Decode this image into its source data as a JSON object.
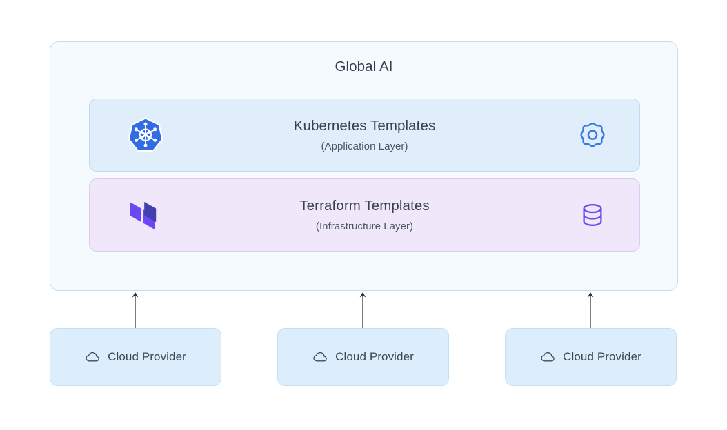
{
  "diagram": {
    "platform": {
      "title": "Global AI",
      "bg_color": "#f4fafd",
      "border_color": "#c5ddf0"
    },
    "layers": [
      {
        "id": "kubernetes",
        "title": "Kubernetes Templates",
        "subtitle": "(Application Layer)",
        "left_icon": "kubernetes-logo-icon",
        "right_icon": "gear-icon",
        "bg_color": "#e0eefc",
        "border_color": "#bcd8f2",
        "accent_color": "#326ce5",
        "icon_color": "#3b77e3"
      },
      {
        "id": "terraform",
        "title": "Terraform Templates",
        "subtitle": "(Infrastructure Layer)",
        "left_icon": "terraform-logo-icon",
        "right_icon": "database-icon",
        "bg_color": "#f0e8fa",
        "border_color": "#ddc9f2",
        "accent_color": "#7b42f6",
        "icon_color": "#6d4aee"
      }
    ],
    "connectors": [
      {
        "id": "connector-1",
        "direction": "up",
        "color": "#6b7079"
      },
      {
        "id": "connector-2",
        "direction": "up",
        "color": "#6b7079"
      },
      {
        "id": "connector-3",
        "direction": "up",
        "color": "#6b7079"
      }
    ],
    "cloud_providers": [
      {
        "id": "cloud-provider-1",
        "label": "Cloud Provider",
        "icon": "cloud-icon"
      },
      {
        "id": "cloud-provider-2",
        "label": "Cloud Provider",
        "icon": "cloud-icon"
      },
      {
        "id": "cloud-provider-3",
        "label": "Cloud Provider",
        "icon": "cloud-icon"
      }
    ],
    "colors": {
      "page_bg": "#ffffff",
      "text_primary": "#36424f",
      "text_secondary": "#4a5663",
      "cloud_box_bg": "#dceefb",
      "cloud_box_border": "#c2dff3",
      "connector": "#6b7079"
    }
  }
}
